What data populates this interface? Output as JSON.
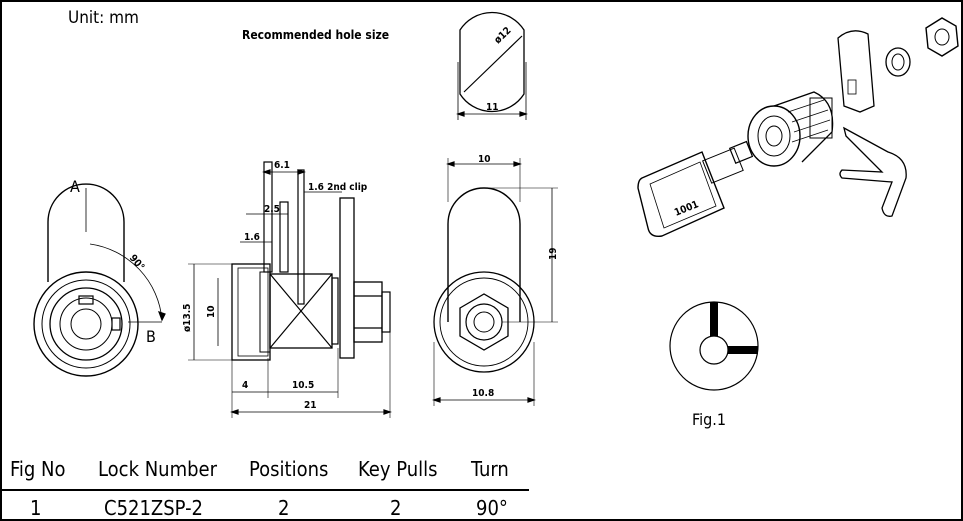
{
  "unit_label": "Unit:  mm",
  "recommended_label": "Recommended hole size",
  "fig_label": "Fig.1",
  "dims": {
    "hole_dia": "ø12",
    "hole_width": "11",
    "d61": "6.1",
    "d16clip": "1.6  2nd clip",
    "d25": "2.5",
    "d16": "1.6",
    "d135": "ø13.5",
    "d10v": "10",
    "d4": "4",
    "d105": "10.5",
    "d21": "21",
    "d10top": "10",
    "d19": "19",
    "d108": "10.8",
    "angle": "90°",
    "pointA": "A",
    "pointB": "B",
    "key_code": "1001"
  },
  "table": {
    "headers": [
      "Fig No",
      "Lock Number",
      "Positions",
      "Key Pulls",
      "Turn"
    ],
    "row": [
      "1",
      "C521ZSP-2",
      "2",
      "2",
      "90°"
    ]
  }
}
